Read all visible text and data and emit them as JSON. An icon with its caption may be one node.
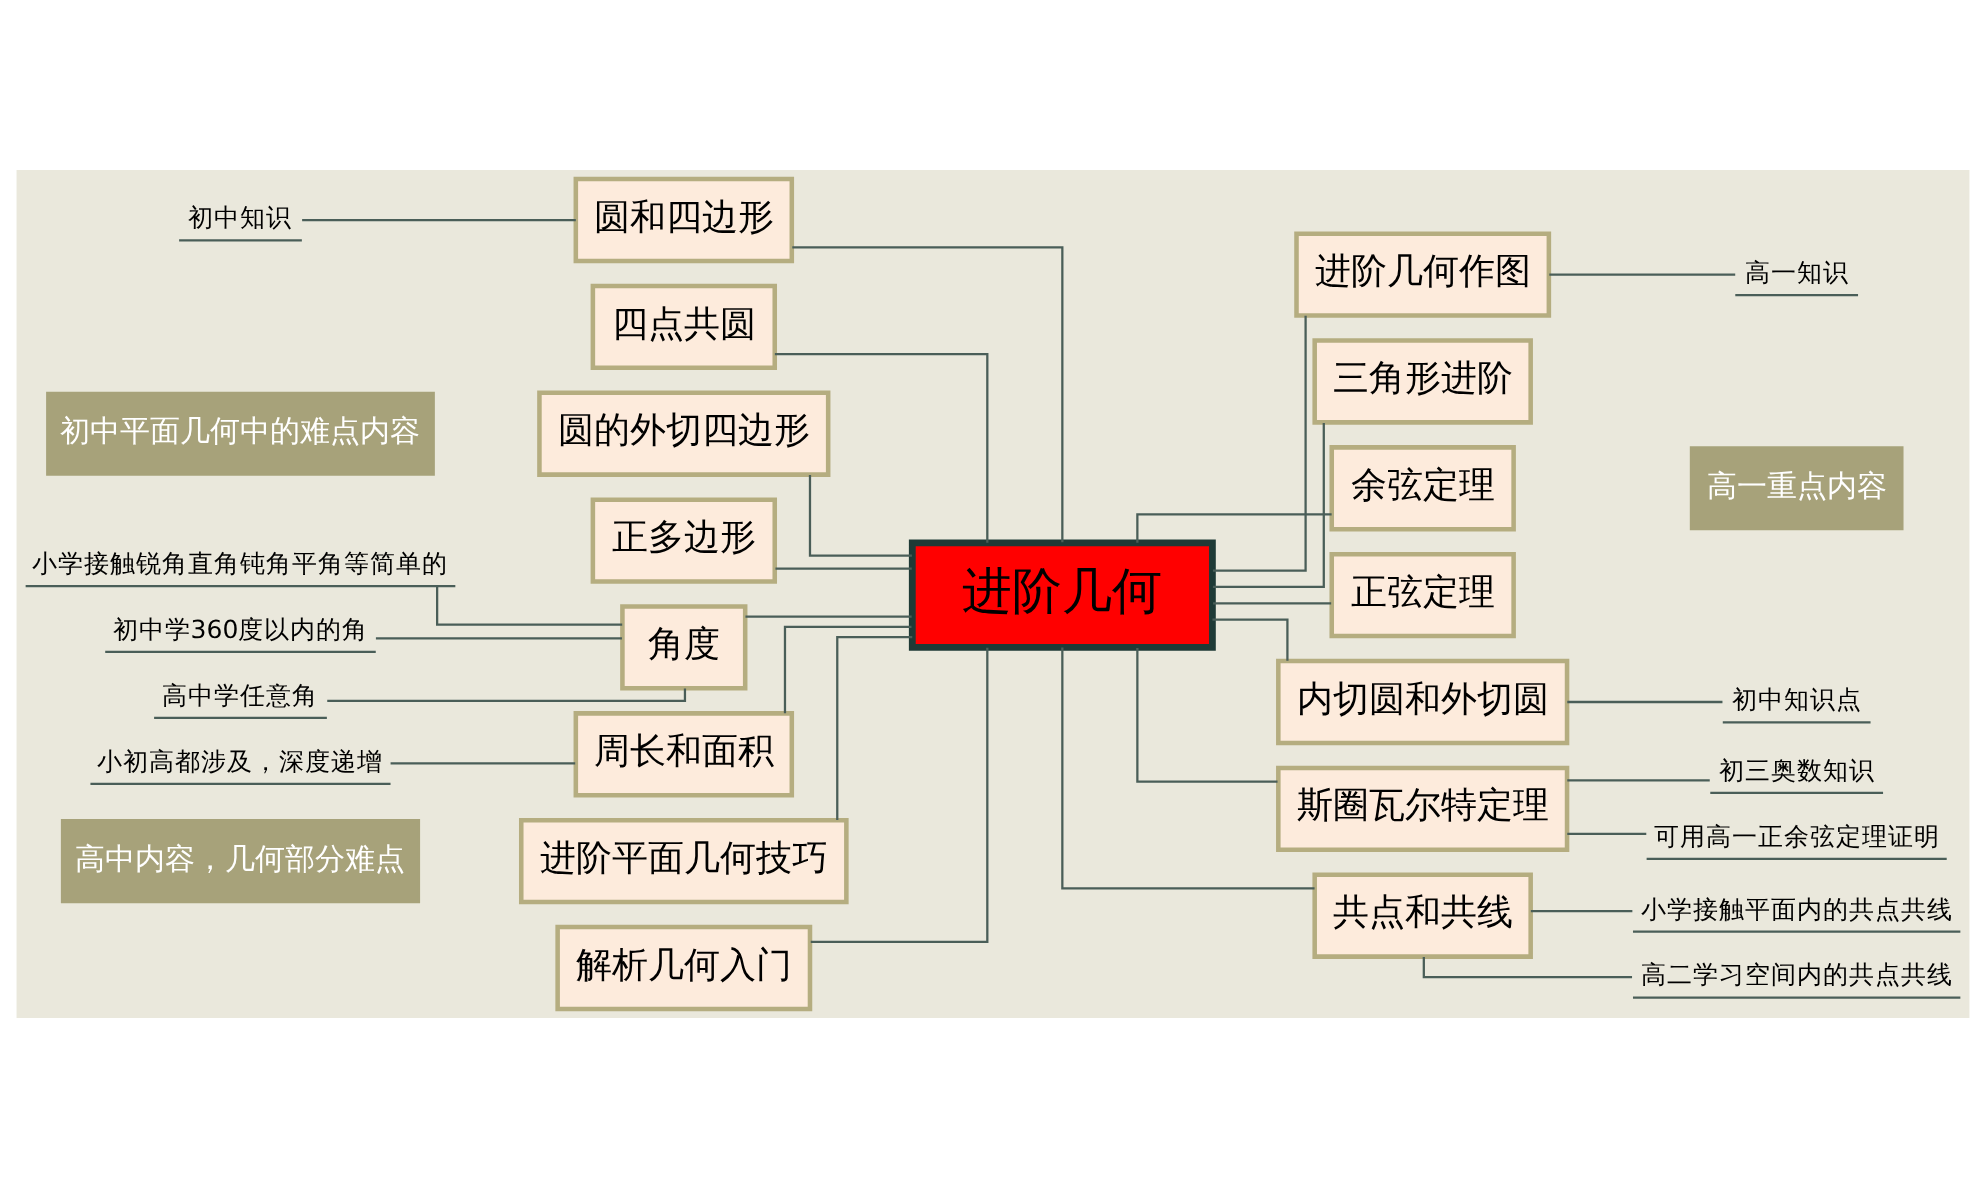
{
  "diagram": {
    "nodes": [
      {
        "text": [
          "进阶几何"
        ]
      },
      {
        "text": [
          "圆和四边形"
        ]
      },
      {
        "text": [
          "四点共圆"
        ]
      },
      {
        "text": [
          "圆的外切四边形"
        ]
      },
      {
        "text": [
          "正多边形"
        ]
      },
      {
        "text": [
          "角度"
        ]
      },
      {
        "text": [
          "周长和面积"
        ]
      },
      {
        "text": [
          "进阶平面几何技巧"
        ]
      },
      {
        "text": [
          "解析几何入门"
        ]
      },
      {
        "text": [
          "进阶几何作图"
        ]
      },
      {
        "text": [
          "三角形进阶"
        ]
      },
      {
        "text": [
          "余弦定理"
        ]
      },
      {
        "text": [
          "正弦定理"
        ]
      },
      {
        "text": [
          "内切圆和外切圆"
        ]
      },
      {
        "text": [
          "斯圈瓦尔特定理"
        ]
      },
      {
        "text": [
          "共点和共线"
        ]
      },
      {
        "text": [
          "初中知识"
        ]
      },
      {
        "text": [
          "小学接触锐角直角钝角平角等简单的"
        ]
      },
      {
        "text": [
          "初中学360度以内的角"
        ]
      },
      {
        "text": [
          "高中学任意角"
        ]
      },
      {
        "text": [
          "小初高都涉及，深度递增"
        ]
      },
      {
        "text": [
          "高一知识"
        ]
      },
      {
        "text": [
          "初中知识点"
        ]
      },
      {
        "text": [
          "初三奥数知识"
        ]
      },
      {
        "text": [
          "可用高一正余弦定理证明"
        ]
      },
      {
        "text": [
          "小学接触平面内的共点共线"
        ]
      },
      {
        "text": [
          "高二学习空间内的共点共线"
        ]
      },
      {
        "text": [
          "初中平面几何中的难点内容"
        ]
      },
      {
        "text": [
          "高一重点内容"
        ]
      },
      {
        "text": [
          "高中内容，几何部分难点"
        ]
      }
    ],
    "edges": [
      {
        "from": 0,
        "to": 1,
        "arrow": "none"
      },
      {
        "from": 0,
        "to": 2,
        "arrow": "none"
      },
      {
        "from": 0,
        "to": 3,
        "arrow": "none"
      },
      {
        "from": 0,
        "to": 4,
        "arrow": "none"
      },
      {
        "from": 0,
        "to": 5,
        "arrow": "none"
      },
      {
        "from": 0,
        "to": 6,
        "arrow": "none"
      },
      {
        "from": 0,
        "to": 7,
        "arrow": "none"
      },
      {
        "from": 0,
        "to": 8,
        "arrow": "none"
      },
      {
        "from": 0,
        "to": 9,
        "arrow": "none"
      },
      {
        "from": 0,
        "to": 10,
        "arrow": "none"
      },
      {
        "from": 0,
        "to": 11,
        "arrow": "none"
      },
      {
        "from": 0,
        "to": 12,
        "arrow": "none"
      },
      {
        "from": 0,
        "to": 13,
        "arrow": "none"
      },
      {
        "from": 0,
        "to": 14,
        "arrow": "none"
      },
      {
        "from": 0,
        "to": 15,
        "arrow": "none"
      },
      {
        "from": 1,
        "to": 16,
        "arrow": "none"
      },
      {
        "from": 5,
        "to": 17,
        "arrow": "none"
      },
      {
        "from": 5,
        "to": 18,
        "arrow": "none"
      },
      {
        "from": 5,
        "to": 19,
        "arrow": "none"
      },
      {
        "from": 6,
        "to": 20,
        "arrow": "none"
      },
      {
        "from": 9,
        "to": 21,
        "arrow": "none"
      },
      {
        "from": 13,
        "to": 22,
        "arrow": "none"
      },
      {
        "from": 14,
        "to": 23,
        "arrow": "none"
      },
      {
        "from": 14,
        "to": 24,
        "arrow": "none"
      },
      {
        "from": 15,
        "to": 25,
        "arrow": "none"
      },
      {
        "from": 15,
        "to": 26,
        "arrow": "none"
      }
    ]
  }
}
